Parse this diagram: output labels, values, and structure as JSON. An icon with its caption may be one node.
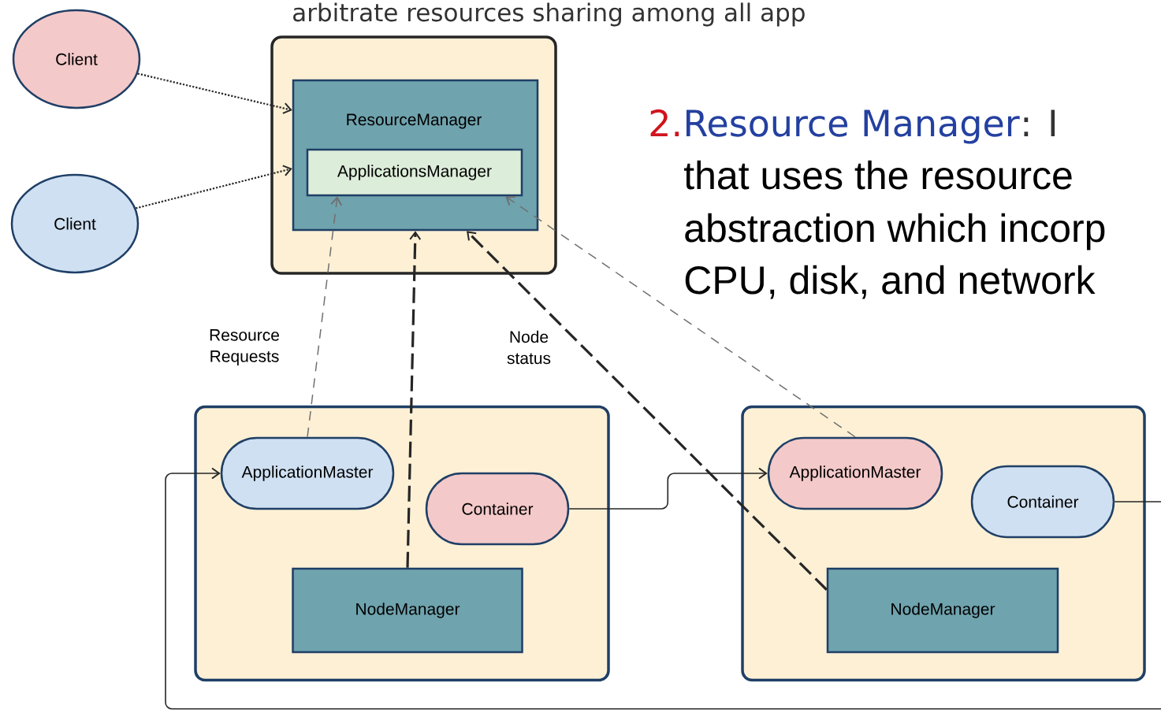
{
  "diagram": {
    "nodes": [
      {
        "text": [
          "Client"
        ]
      },
      {
        "text": [
          "Client"
        ]
      },
      {
        "text": [],
        "shape": "box"
      },
      {
        "text": [
          "ResourceManager"
        ],
        "in": 2
      },
      {
        "text": [
          "ApplicationsManager"
        ],
        "in": 3
      },
      {
        "text": [],
        "shape": "box"
      },
      {
        "text": [
          "ApplicationMaster"
        ],
        "in": 5
      },
      {
        "text": [
          "Container"
        ],
        "in": 5
      },
      {
        "text": [
          "NodeManager"
        ],
        "in": 5
      },
      {
        "text": [],
        "shape": "box"
      },
      {
        "text": [
          "ApplicationMaster"
        ],
        "in": 9
      },
      {
        "text": [
          "Container"
        ],
        "in": 9
      },
      {
        "text": [
          "NodeManager"
        ],
        "in": 9
      }
    ],
    "edges": [
      {
        "from": 0,
        "to": 3,
        "arrow": "to",
        "style": "dashed"
      },
      {
        "from": 1,
        "to": 3,
        "arrow": "to",
        "style": "dashed"
      },
      {
        "from": 6,
        "to": 4,
        "arrow": "to",
        "style": "dashed",
        "color": "#707070",
        "label": "Resource Requests"
      },
      {
        "from": 8,
        "to": 3,
        "arrow": "to",
        "style": "dashed"
      },
      {
        "from": 12,
        "to": 3,
        "arrow": "to",
        "style": "dashed",
        "label": "Node status"
      },
      {
        "from": 10,
        "to": 4,
        "arrow": "to",
        "style": "dashed",
        "color": "#707070"
      },
      {
        "from": 7,
        "to": 10,
        "arrow": "to"
      },
      {
        "from": 11,
        "to": null,
        "arrow": "none"
      },
      {
        "from": null,
        "to": 6,
        "arrow": "to"
      }
    ],
    "labels": [
      "arbitrate resources sharing among all app",
      "2.",
      "Resource Manager",
      ": I",
      "that uses the resource",
      "abstraction which incorp",
      "CPU, disk, and network"
    ]
  }
}
